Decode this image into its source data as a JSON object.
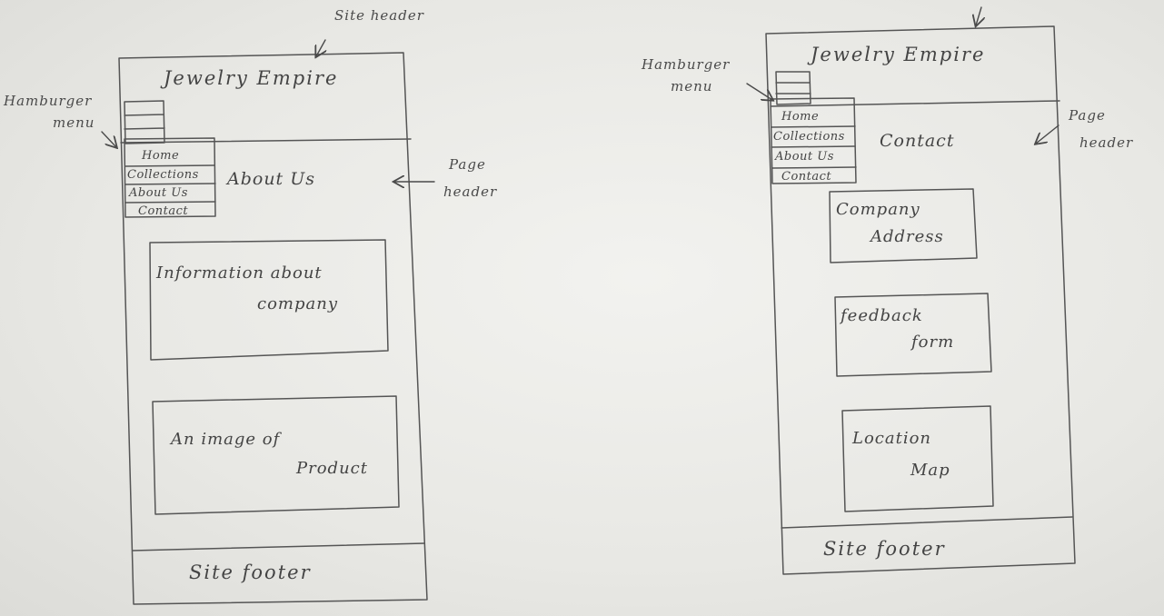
{
  "left_wireframe": {
    "site_title": "Jewelry Empire",
    "annotation_site_header": "Site header",
    "annotation_hamburger_line1": "Hamburger",
    "annotation_hamburger_line2": "menu",
    "annotation_page_header_line1": "Page",
    "annotation_page_header_line2": "header",
    "menu_items": [
      "Home",
      "Collections",
      "About Us",
      "Contact"
    ],
    "page_header": "About Us",
    "box1_line1": "Information about",
    "box1_line2": "company",
    "box2_line1": "An image of",
    "box2_line2": "Product",
    "footer": "Site footer"
  },
  "right_wireframe": {
    "site_title": "Jewelry Empire",
    "annotation_hamburger_line1": "Hamburger",
    "annotation_hamburger_line2": "menu",
    "annotation_page_header_line1": "Page",
    "annotation_page_header_line2": "header",
    "menu_items": [
      "Home",
      "Collections",
      "About Us",
      "Contact"
    ],
    "page_header": "Contact",
    "box1_line1": "Company",
    "box1_line2": "Address",
    "box2_line1": "feedback",
    "box2_line2": "form",
    "box3_line1": "Location",
    "box3_line2": "Map",
    "footer": "Site footer"
  }
}
